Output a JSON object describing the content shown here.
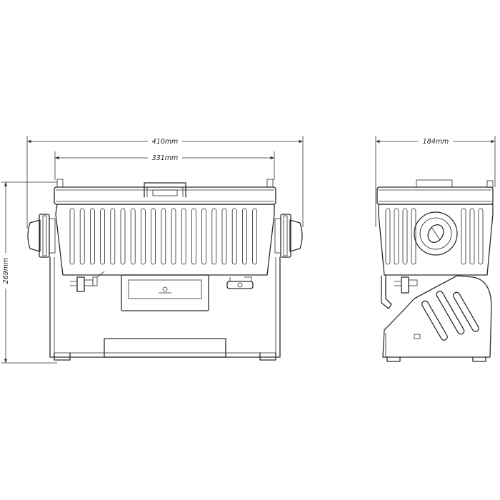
{
  "dimensions": {
    "front_width": "410mm",
    "front_inner_width": "331mm",
    "height": "269mm",
    "side_depth": "184mm"
  },
  "colors": {
    "line": "#2a2a2a",
    "background": "#ffffff"
  }
}
